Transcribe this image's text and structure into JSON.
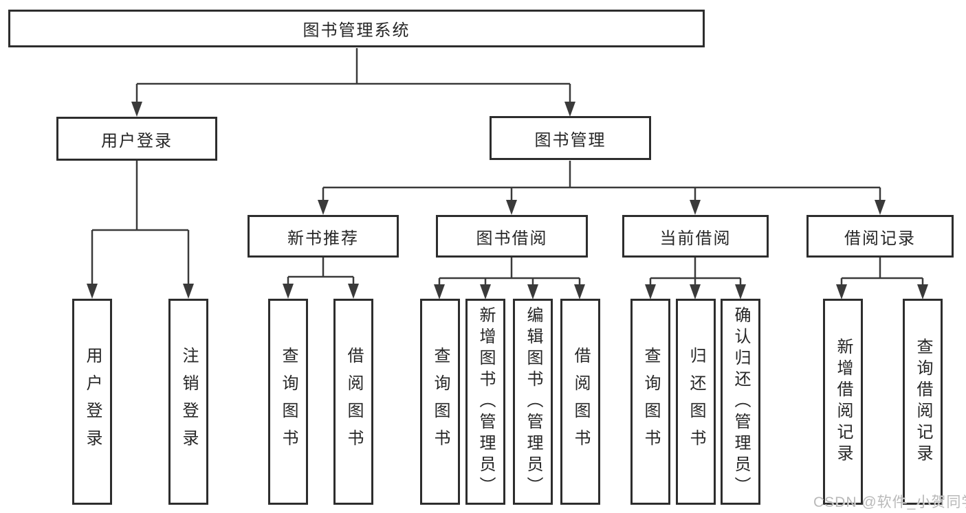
{
  "diagram": {
    "root_label": "图书管理系统",
    "level1": [
      {
        "label": "用户登录"
      },
      {
        "label": "图书管理"
      }
    ],
    "level2": [
      {
        "label": "新书推荐"
      },
      {
        "label": "图书借阅"
      },
      {
        "label": "当前借阅"
      },
      {
        "label": "借阅记录"
      }
    ],
    "leaves": [
      {
        "label": "用户登录"
      },
      {
        "label": "注销登录"
      },
      {
        "label": "查询图书"
      },
      {
        "label": "借阅图书"
      },
      {
        "label": "查询图书"
      },
      {
        "label": "新增图书（管理员）"
      },
      {
        "label": "编辑图书（管理员）"
      },
      {
        "label": "借阅图书"
      },
      {
        "label": "查询图书"
      },
      {
        "label": "归还图书"
      },
      {
        "label": "确认归还（管理员）"
      },
      {
        "label": "新增借阅记录"
      },
      {
        "label": "查询借阅记录"
      }
    ],
    "watermark": "CSDN @软件_小贺同学",
    "colors": {
      "line": "#3a3a3a",
      "border": "#2d2d2d",
      "text": "#262626",
      "watermark": "#b9b9b9",
      "background": "#ffffff"
    }
  }
}
